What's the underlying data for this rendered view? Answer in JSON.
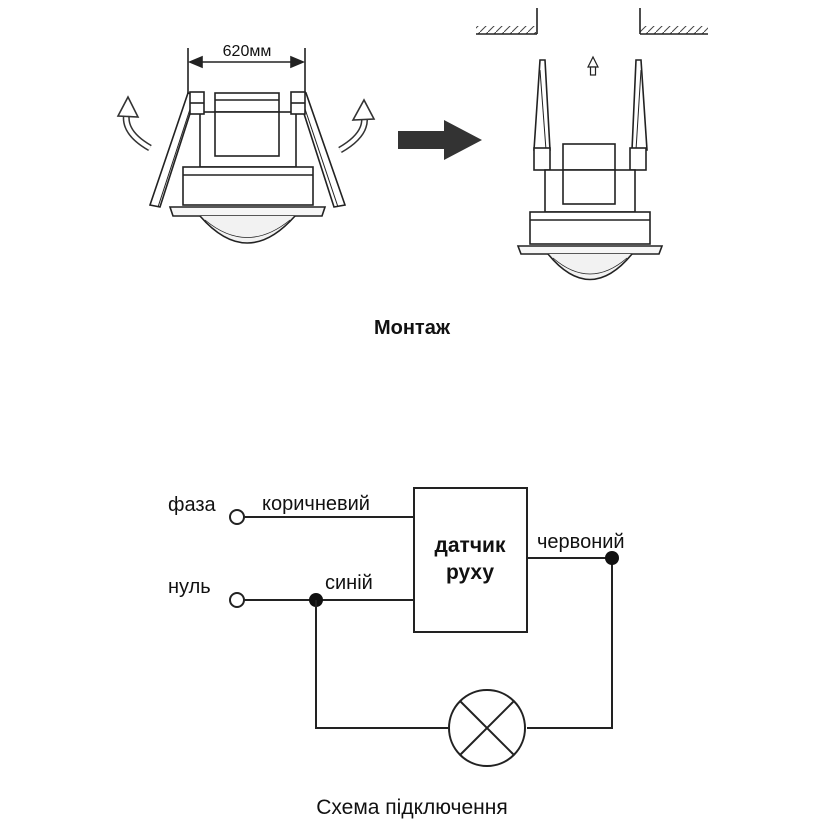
{
  "mounting": {
    "dimension_label": "620мм",
    "caption": "Монтаж"
  },
  "wiring": {
    "terminal_phase": "фаза",
    "terminal_neutral": "нуль",
    "wire_brown": "коричневий",
    "wire_blue": "синій",
    "wire_red": "червоний",
    "sensor_line1": "датчик",
    "sensor_line2": "руху",
    "caption": "Схема підключення"
  },
  "colors": {
    "line": "#222222",
    "arrow": "#333333",
    "fill_light": "#f2f2f2"
  }
}
